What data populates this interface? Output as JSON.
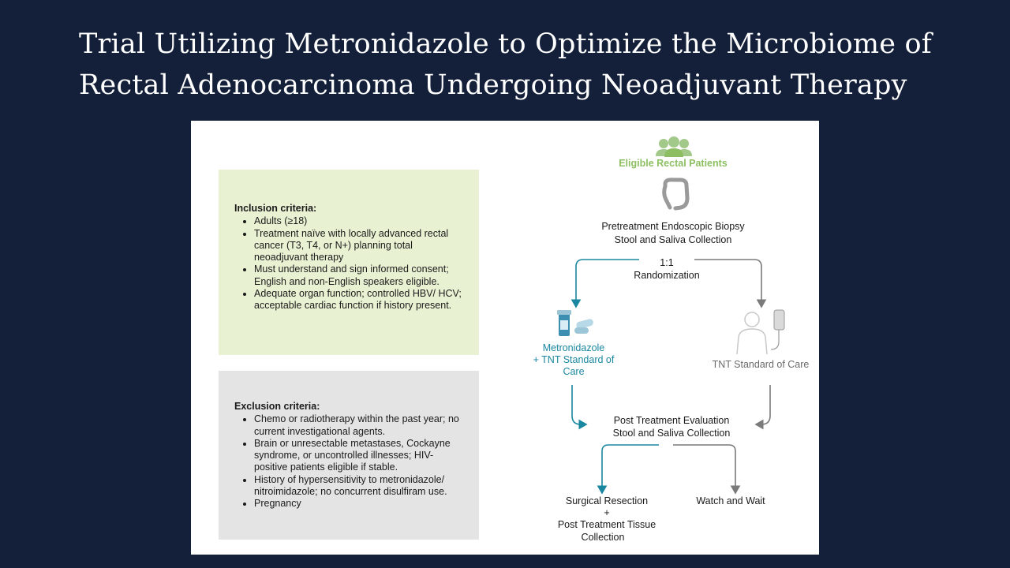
{
  "title": {
    "line1": "Trial Utilizing Metronidazole to Optimize the Microbiome of",
    "line2": "Rectal Adenocarcinoma Undergoing Neoadjuvant Therapy"
  },
  "inclusion": {
    "heading": "Inclusion criteria:",
    "items": [
      "Adults (≥18)",
      "Treatment naïve with locally advanced rectal cancer (T3, T4, or N+) planning total neoadjuvant therapy",
      "Must understand and sign informed consent; English and non-English speakers eligible.",
      "Adequate organ function; controlled HBV/ HCV; acceptable cardiac function if history present."
    ]
  },
  "exclusion": {
    "heading": "Exclusion criteria:",
    "items": [
      "Chemo or radiotherapy within the past year; no current investigational agents.",
      "Brain or unresectable metastases, Cockayne syndrome, or uncontrolled illnesses; HIV-positive patients eligible if stable.",
      "History of hypersensitivity to metronidazole/ nitroimidazole; no concurrent disulfiram use.",
      "Pregnancy"
    ]
  },
  "flow": {
    "eligible": "Eligible Rectal Patients",
    "pretreatment_line1": "Pretreatment Endoscopic Biopsy",
    "pretreatment_line2": "Stool and Saliva Collection",
    "ratio": "1:1",
    "randomization": "Randomization",
    "arm_a_line1": "Metronidazole",
    "arm_a_line2": "+ TNT Standard of",
    "arm_a_line3": "Care",
    "arm_b": "TNT Standard of Care",
    "post_line1": "Post Treatment Evaluation",
    "post_line2": "Stool and Saliva Collection",
    "surgical_line1": "Surgical Resection",
    "surgical_plus": "+",
    "surgical_line2": "Post Treatment Tissue",
    "surgical_line3": "Collection",
    "watch": "Watch and Wait"
  },
  "colors": {
    "background": "#14203a",
    "eligible_green": "#8dbf62",
    "arm_teal": "#1a87a0",
    "arm_gray": "#7a7a7a",
    "inclusion_bg": "#e8f2d3",
    "exclusion_bg": "#e4e4e4"
  },
  "icons": [
    "people-group-icon",
    "colon-icon",
    "pill-bottle-icon",
    "patient-iv-icon"
  ]
}
